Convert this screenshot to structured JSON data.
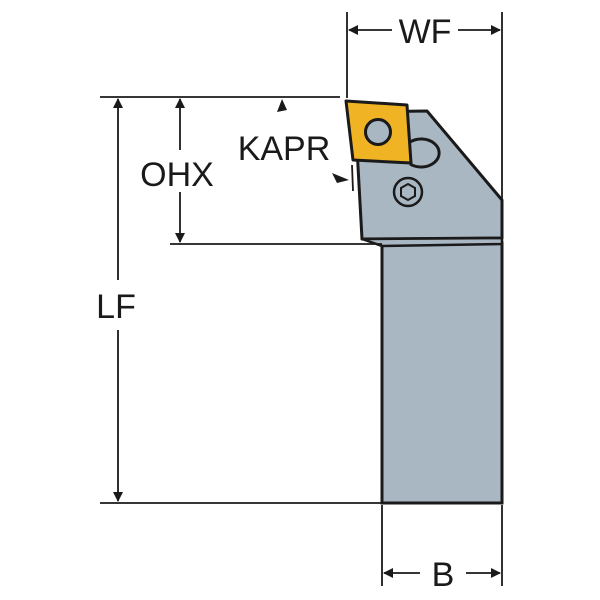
{
  "labels": {
    "wf": "WF",
    "ohx": "OHX",
    "kapr": "KAPR",
    "lf": "LF",
    "b": "B"
  },
  "colors": {
    "body": "#a9b7c3",
    "insert": "#f0b323",
    "line": "#1a1a1a"
  }
}
